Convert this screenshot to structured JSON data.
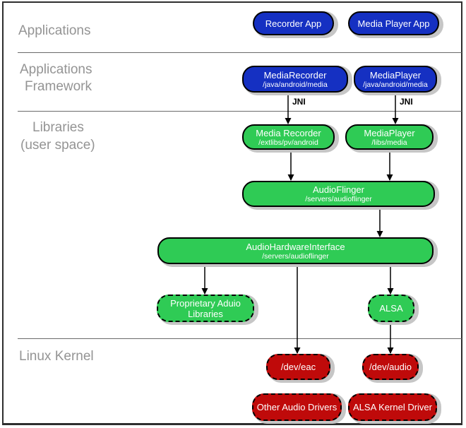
{
  "layers": {
    "applications": "Applications",
    "framework_line1": "Applications",
    "framework_line2": "Framework",
    "libraries_line1": "Libraries",
    "libraries_line2": "(user space)",
    "kernel": "Linux Kernel"
  },
  "annotations": {
    "jni_left": "JNI",
    "jni_right": "JNI"
  },
  "colors": {
    "app_blue": "#1530c2",
    "lib_green": "#2fcb55",
    "kernel_red": "#bf0a0a",
    "layer_label_gray": "#949494",
    "shadow_gray": "#c6c6c6"
  },
  "nodes": {
    "recorder_app": {
      "title": "Recorder App"
    },
    "media_player_app": {
      "title": "Media Player App"
    },
    "media_recorder_framework": {
      "title": "MediaRecorder",
      "subtitle": "/java/android/media"
    },
    "media_player_framework": {
      "title": "MediaPlayer",
      "subtitle": "/java/android/media"
    },
    "media_recorder_lib": {
      "title": "Media Recorder",
      "subtitle": "/extlibs/pv/android"
    },
    "media_player_lib": {
      "title": "MediaPlayer",
      "subtitle": "/libs/media"
    },
    "audio_flinger": {
      "title": "AudioFlinger",
      "subtitle": "/servers/audioflinger"
    },
    "audio_hardware_interface": {
      "title": "AudioHardwareInterface",
      "subtitle": "/servers/audioflinger"
    },
    "proprietary_audio_libraries": {
      "title": "Proprietary Aduio Libraries"
    },
    "alsa": {
      "title": "ALSA"
    },
    "dev_eac": {
      "title": "/dev/eac"
    },
    "dev_audio": {
      "title": "/dev/audio"
    },
    "other_audio_drivers": {
      "title": "Other Audio Drivers"
    },
    "alsa_kernel_driver": {
      "title": "ALSA Kernel Driver"
    }
  }
}
